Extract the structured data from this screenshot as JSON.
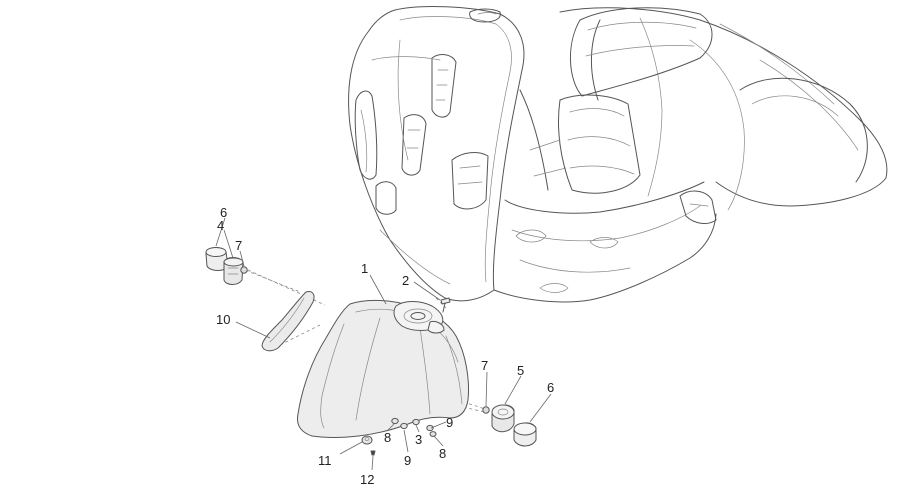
{
  "callouts": {
    "c1": "1",
    "c2": "2",
    "c3": "3",
    "c4": "4",
    "c5": "5",
    "c6_left": "6",
    "c6_right": "6",
    "c7_left": "7",
    "c7_right": "7",
    "c8_a": "8",
    "c8_b": "8",
    "c9_a": "9",
    "c9_b": "9",
    "c10": "10",
    "c11": "11",
    "c12": "12"
  },
  "colors": {
    "line": "#555555",
    "part_fill": "#ebebeb",
    "background": "#ffffff"
  }
}
